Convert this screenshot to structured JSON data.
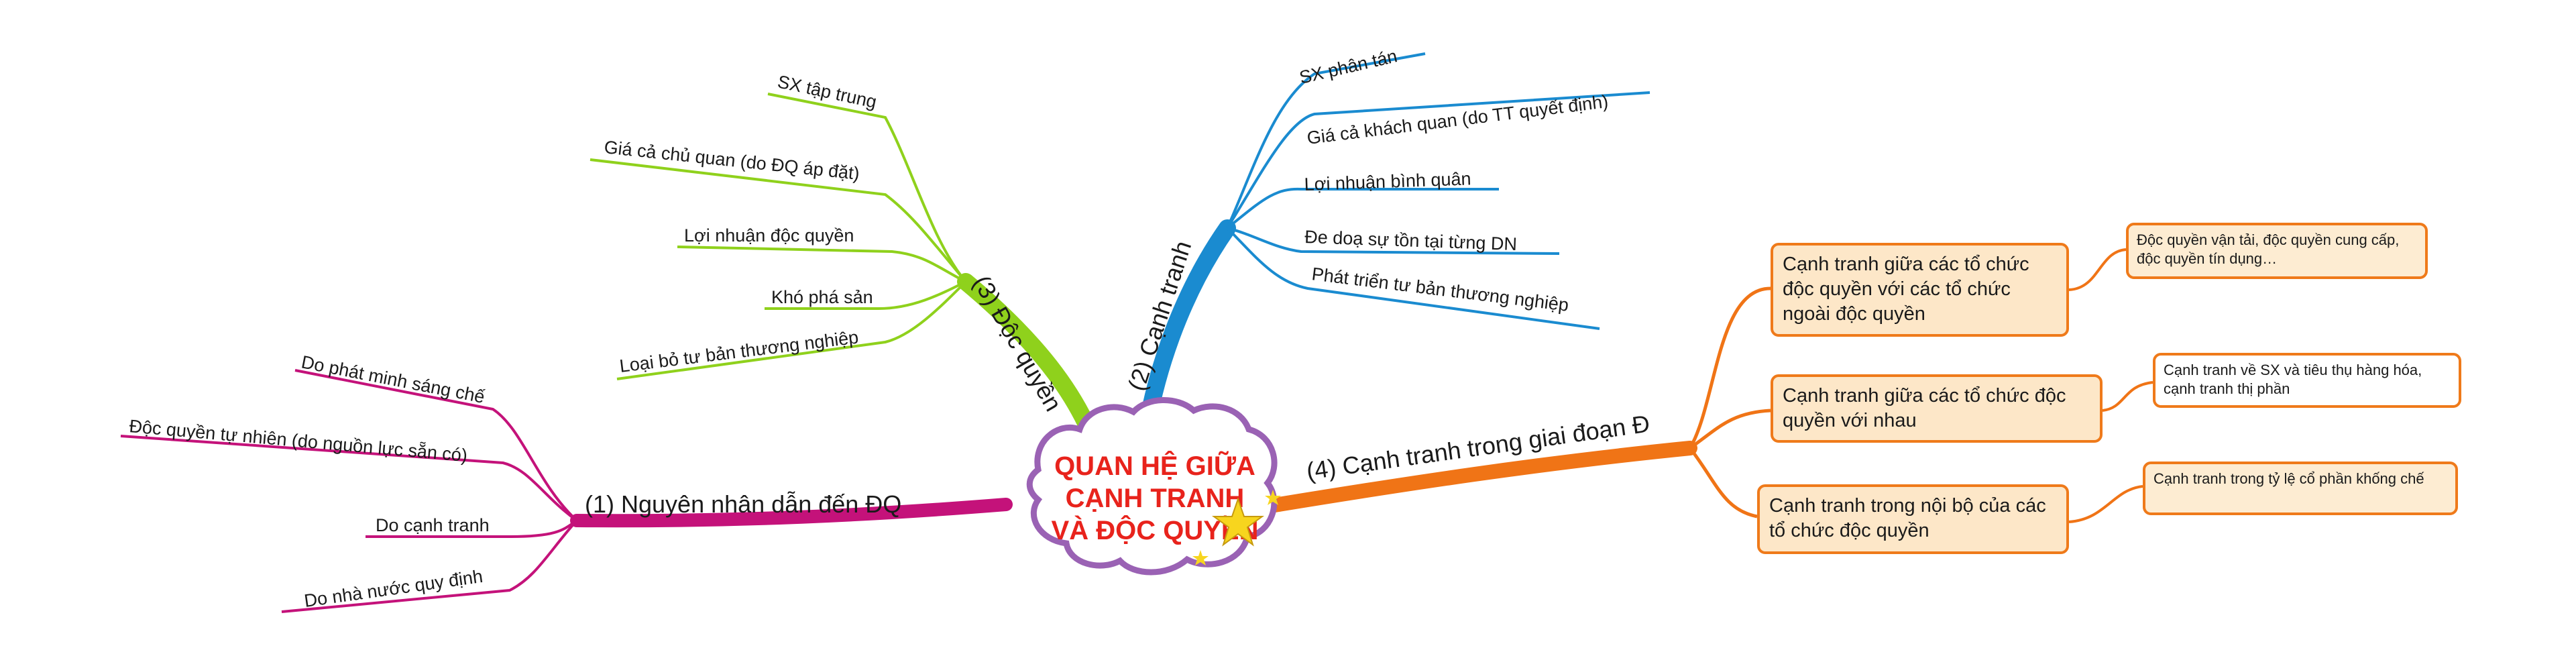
{
  "center": {
    "lines": [
      "QUAN HỆ GIỮA",
      "CẠNH TRANH",
      "VÀ ĐỘC QUYỀN"
    ]
  },
  "branches": {
    "b1": {
      "label": "(1) Nguyên nhân dẫn đến ĐQ",
      "color": "#c4127a",
      "leaves": [
        "Do phát minh sáng chế",
        "Độc quyền tự nhiên (do nguồn lực sẵn có)",
        "Do cạnh tranh",
        "Do nhà nước quy định"
      ]
    },
    "b2": {
      "label": "(2) Cạnh tranh",
      "color": "#1a8bd0",
      "leaves": [
        "SX phân tán",
        "Giá cả khách quan (do TT quyết định)",
        "Lợi nhuận bình quân",
        "Đe doạ sự tồn tại từng DN",
        "Phát triển tư bản thương nghiệp"
      ]
    },
    "b3": {
      "label": "(3) Độc quyền",
      "color": "#8fd11c",
      "leaves": [
        "SX tập trung",
        "Giá cả chủ quan (do ĐQ áp đặt)",
        "Lợi nhuận độc quyền",
        "Khó phá sản",
        "Loại bỏ tư bản thương nghiệp"
      ]
    },
    "b4": {
      "label": "(4) Cạnh tranh trong giai đoạn Đ",
      "color": "#f07416",
      "items": [
        {
          "text": "Cạnh tranh giữa các tổ chức độc quyền với các tổ chức ngoài độc quyền",
          "detail": "Độc quyền vận tải, độc quyền cung cấp, độc quyền tín dụng…"
        },
        {
          "text": "Cạnh tranh giữa các tổ chức độc quyền với nhau",
          "detail": "Cạnh tranh về SX và tiêu thụ hàng hóa, cạnh tranh thị phần"
        },
        {
          "text": "Cạnh tranh trong nội bộ của các tổ chức độc quyền",
          "detail": "Cạnh tranh trong tỷ lệ cổ phần khống chế"
        }
      ]
    }
  }
}
